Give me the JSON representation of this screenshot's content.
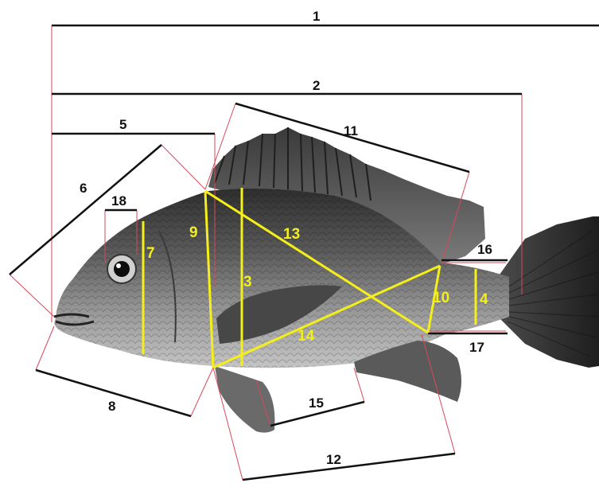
{
  "figure": {
    "subject": "fish morphometric measurements",
    "colors": {
      "measure_black": "#111111",
      "guide_red": "#d9485a",
      "truss_yellow": "#f4ef1b",
      "fish_body": "#6f6f6f",
      "fish_dark": "#2b2b2b",
      "fins": "#555555"
    },
    "measurements": [
      {
        "id": "m1",
        "label": "1"
      },
      {
        "id": "m2",
        "label": "2"
      },
      {
        "id": "m3",
        "label": "3"
      },
      {
        "id": "m4",
        "label": "4"
      },
      {
        "id": "m5",
        "label": "5"
      },
      {
        "id": "m6",
        "label": "6"
      },
      {
        "id": "m7",
        "label": "7"
      },
      {
        "id": "m8",
        "label": "8"
      },
      {
        "id": "m9",
        "label": "9"
      },
      {
        "id": "m10",
        "label": "10"
      },
      {
        "id": "m11",
        "label": "11"
      },
      {
        "id": "m12",
        "label": "12"
      },
      {
        "id": "m13",
        "label": "13"
      },
      {
        "id": "m14",
        "label": "14"
      },
      {
        "id": "m15",
        "label": "15"
      },
      {
        "id": "m16",
        "label": "16"
      },
      {
        "id": "m17",
        "label": "17"
      },
      {
        "id": "m18",
        "label": "18"
      }
    ]
  }
}
